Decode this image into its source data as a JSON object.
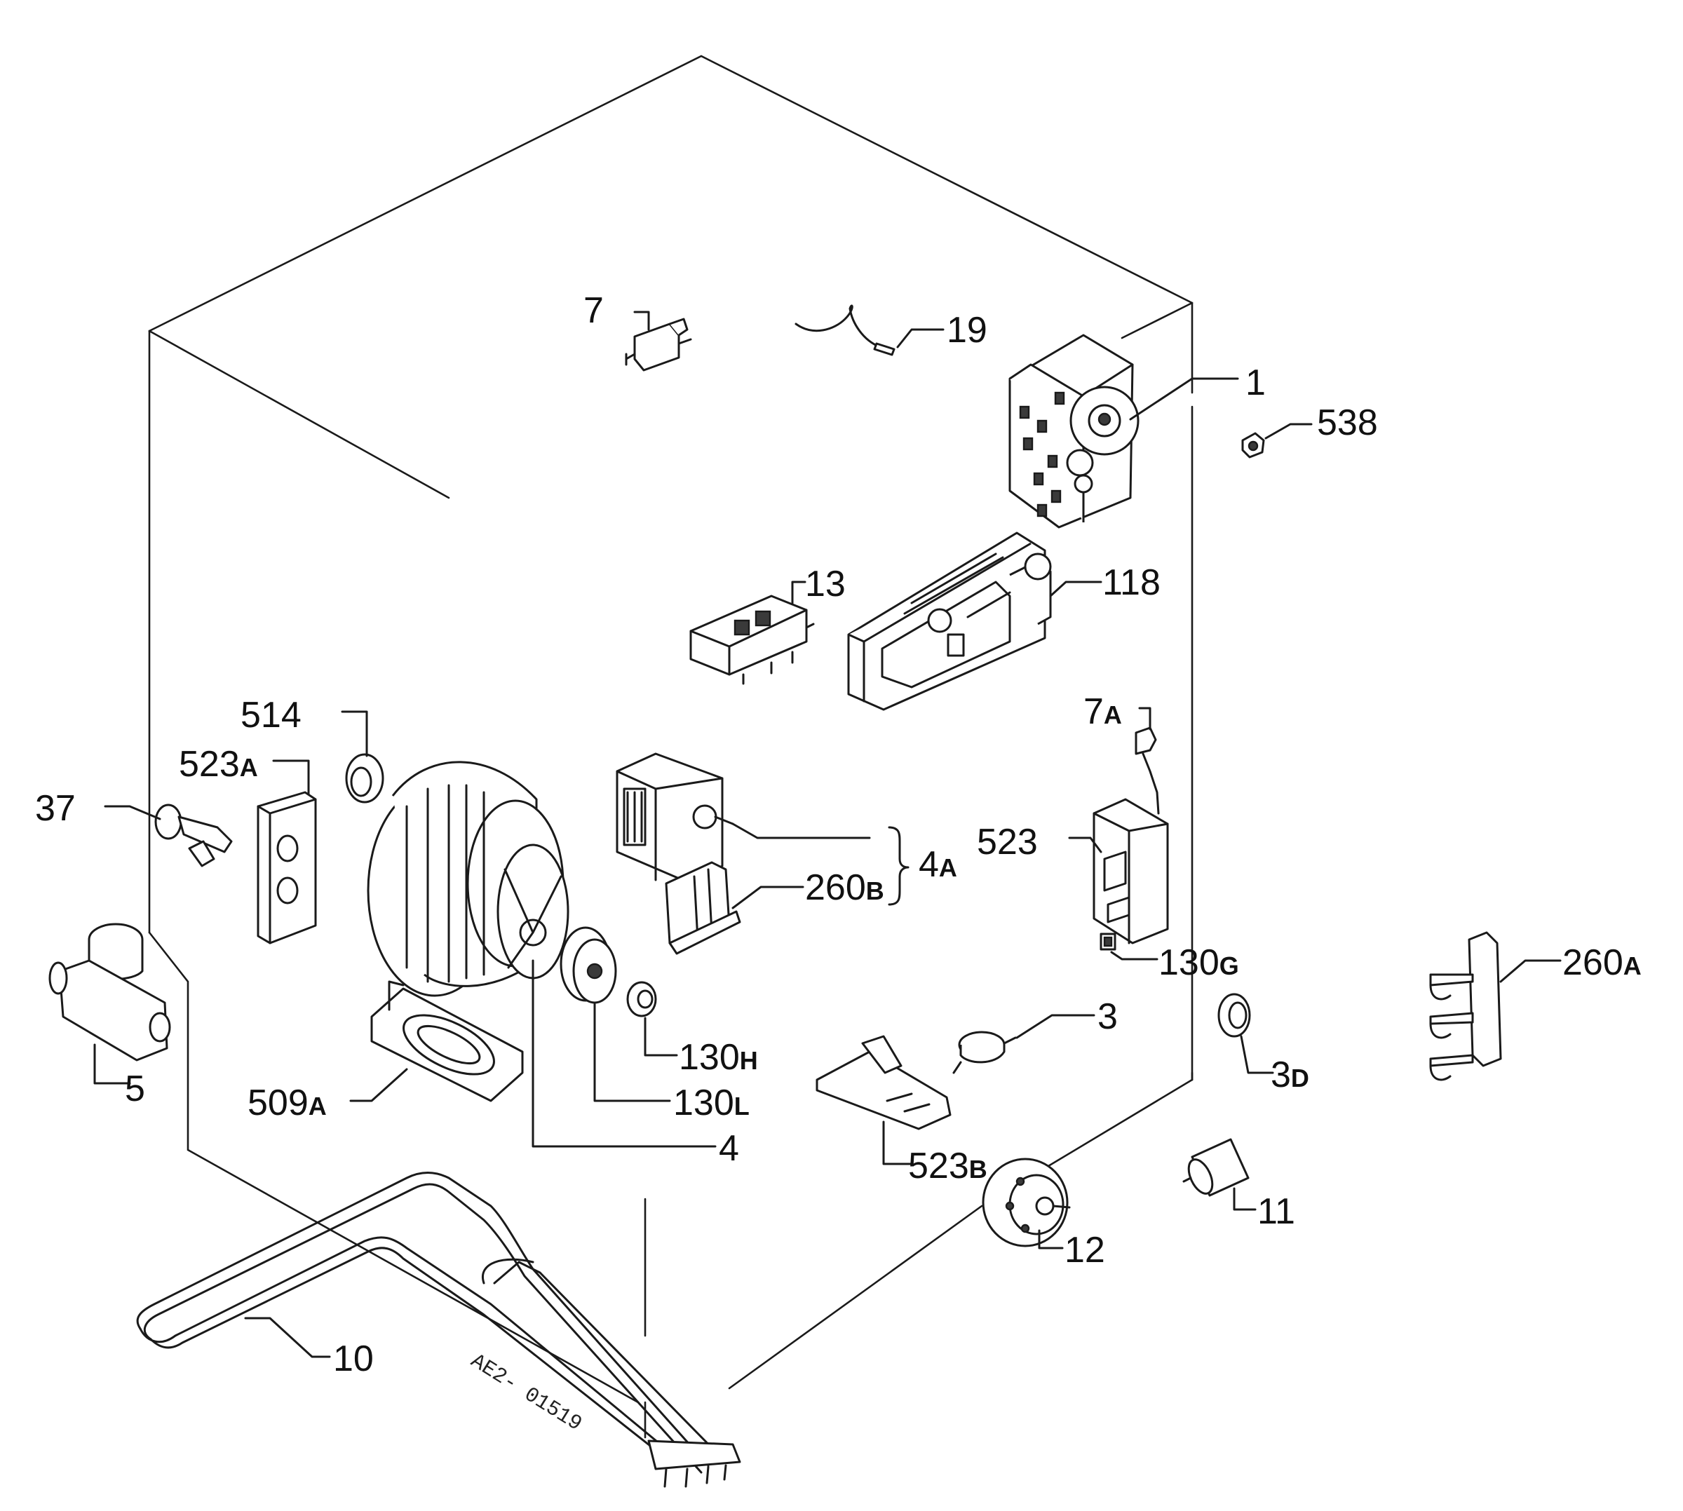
{
  "diagram": {
    "labels": {
      "p1": "1",
      "p3": "3",
      "p3d": "3",
      "p3d_s": "D",
      "p4": "4",
      "p4a": "4",
      "p4a_s": "A",
      "p5": "5",
      "p7": "7",
      "p7a": "7",
      "p7a_s": "A",
      "p10": "10",
      "p11": "11",
      "p12": "12",
      "p13": "13",
      "p19": "19",
      "p37": "37",
      "p118": "118",
      "p130g": "130",
      "p130g_s": "G",
      "p130h": "130",
      "p130h_s": "H",
      "p130l": "130",
      "p130l_s": "L",
      "p260a": "260",
      "p260a_s": "A",
      "p260b": "260",
      "p260b_s": "B",
      "p509a": "509",
      "p509a_s": "A",
      "p514": "514",
      "p523": "523",
      "p523a": "523",
      "p523a_s": "A",
      "p523b": "523",
      "p523b_s": "B",
      "p538": "538"
    },
    "drawing_code": "AE2- 01519"
  }
}
